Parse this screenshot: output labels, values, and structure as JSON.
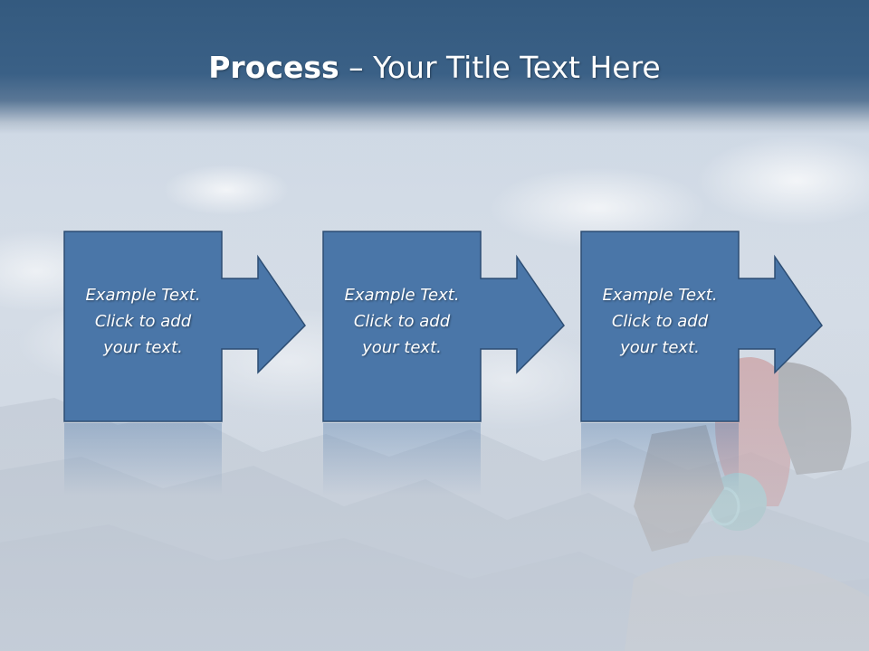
{
  "slide": {
    "title_bold": "Process",
    "title_rest": " – Your Title Text Here"
  },
  "steps": [
    {
      "lines": [
        "Example Text.",
        "Click  to add",
        "your text."
      ]
    },
    {
      "lines": [
        "Example Text.",
        "Click  to add",
        "your text."
      ]
    },
    {
      "lines": [
        "Example Text.",
        "Click  to add",
        "your text."
      ]
    }
  ],
  "colors": {
    "header": "#345a7f",
    "box_fill": "#4a76a8",
    "box_stroke": "#2c4d73",
    "text": "#ffffff"
  },
  "icons": [
    "right-arrow-icon"
  ]
}
